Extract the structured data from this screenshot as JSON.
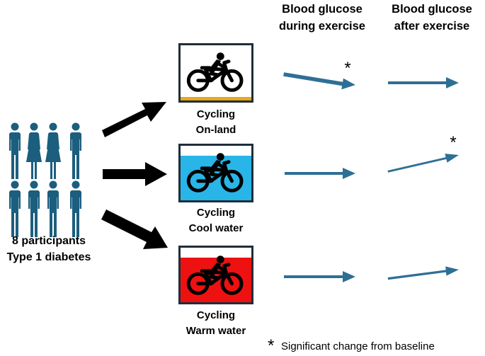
{
  "colors": {
    "person": "#1C5E7E",
    "trend_arrow": "#2E6F95",
    "black_arrow": "#000000",
    "land_strip": "#E6A817",
    "cool_water": "#29B5E8",
    "warm_water": "#EE1111",
    "frame": "#1F2E3A"
  },
  "headers": {
    "during": [
      "Blood glucose",
      "during exercise"
    ],
    "after": [
      "Blood glucose",
      "after exercise"
    ]
  },
  "participants": {
    "line1": "8 participants",
    "line2": "Type 1 diabetes",
    "figures_top": [
      "male",
      "female",
      "female",
      "male"
    ],
    "figures_bottom": [
      "male",
      "male",
      "male",
      "male"
    ]
  },
  "conditions": [
    {
      "id": "land",
      "line1": "Cycling",
      "line2": "On-land",
      "icon": "cyclist-icon",
      "fill_level": 0.07,
      "during": {
        "direction": "down",
        "significant": true
      },
      "after": {
        "direction": "flat",
        "significant": false
      }
    },
    {
      "id": "cool",
      "line1": "Cycling",
      "line2": "Cool water",
      "icon": "cyclist-icon",
      "fill_level": 0.82,
      "during": {
        "direction": "flat",
        "significant": false
      },
      "after": {
        "direction": "up",
        "significant": true
      }
    },
    {
      "id": "warm",
      "line1": "Cycling",
      "line2": "Warm water",
      "icon": "cyclist-icon",
      "fill_level": 0.82,
      "during": {
        "direction": "flat",
        "significant": false
      },
      "after": {
        "direction": "up-slight",
        "significant": false
      }
    }
  ],
  "sig_marker": "*",
  "footnote": {
    "marker": "*",
    "text": "Significant change from baseline"
  }
}
